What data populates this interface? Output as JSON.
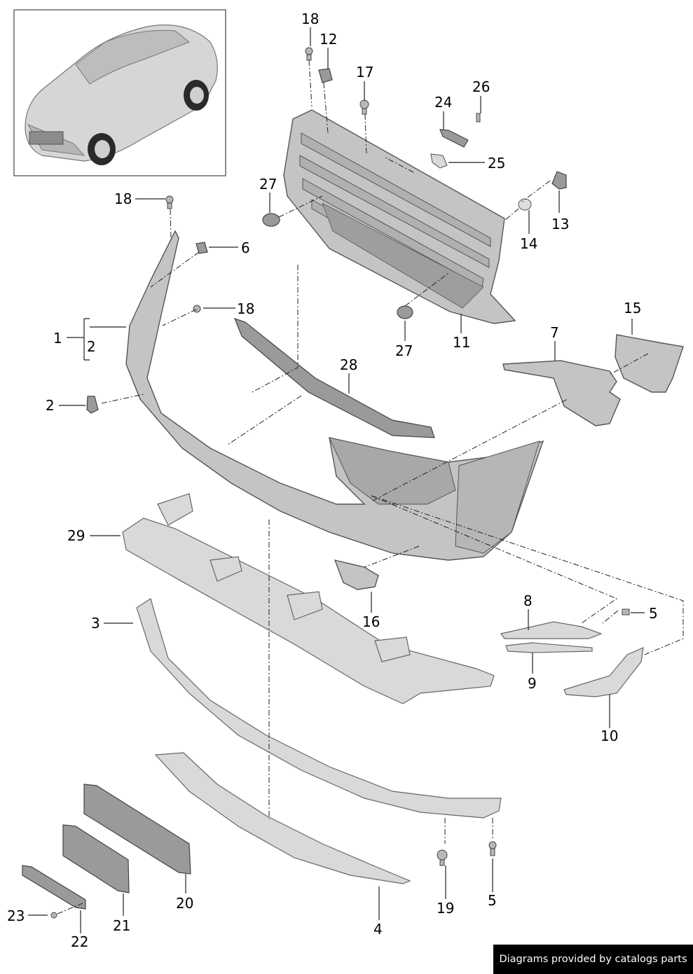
{
  "callouts": {
    "c1": "1",
    "c2a": "2",
    "c2b": "2",
    "c3": "3",
    "c4": "4",
    "c5a": "5",
    "c5b": "5",
    "c6": "6",
    "c7": "7",
    "c8": "8",
    "c9": "9",
    "c10": "10",
    "c11": "11",
    "c12": "12",
    "c13": "13",
    "c14": "14",
    "c15": "15",
    "c16": "16",
    "c17": "17",
    "c18a": "18",
    "c18b": "18",
    "c18c": "18",
    "c19": "19",
    "c20": "20",
    "c21": "21",
    "c22": "22",
    "c23": "23",
    "c24": "24",
    "c25": "25",
    "c26": "26",
    "c27a": "27",
    "c27b": "27",
    "c28": "28",
    "c29": "29"
  },
  "footer": {
    "watermark": "Diagrams provided by catalogs parts"
  }
}
